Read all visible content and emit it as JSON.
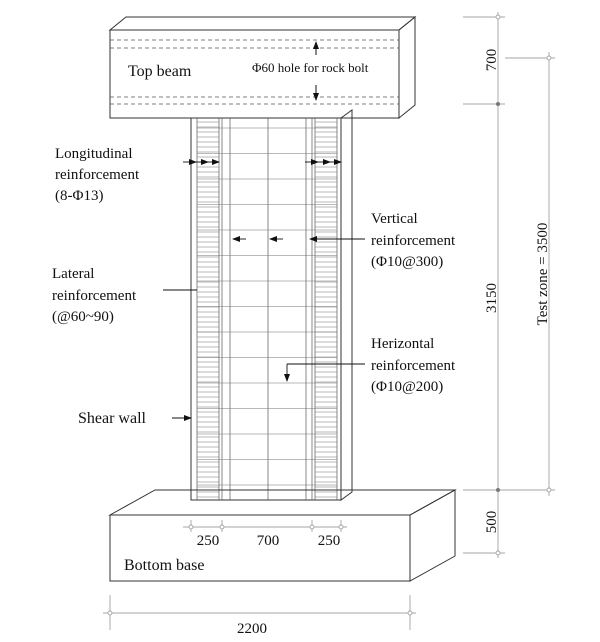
{
  "labels": {
    "top_beam": "Top beam",
    "hole": "Φ60 hole for rock bolt",
    "long_1": "Longitudinal",
    "long_2": "reinforcement",
    "long_3": "(8-Φ13)",
    "vert_1": "Vertical",
    "vert_2": "reinforcement",
    "vert_3": "(Φ10@300)",
    "lat_1": "Lateral",
    "lat_2": "reinforcement",
    "lat_3": "(@60~90)",
    "hor_1": "Herizontal",
    "hor_2": "reinforcement",
    "hor_3": "(Φ10@200)",
    "shear_wall": "Shear wall",
    "bottom_base": "Bottom base"
  },
  "dimensions": {
    "top_beam_height": "700",
    "wall_height": "3150",
    "base_height": "500",
    "test_zone": "Test zone = 3500",
    "boundary_left": "250",
    "web": "700",
    "boundary_right": "250",
    "base_width": "2200"
  }
}
